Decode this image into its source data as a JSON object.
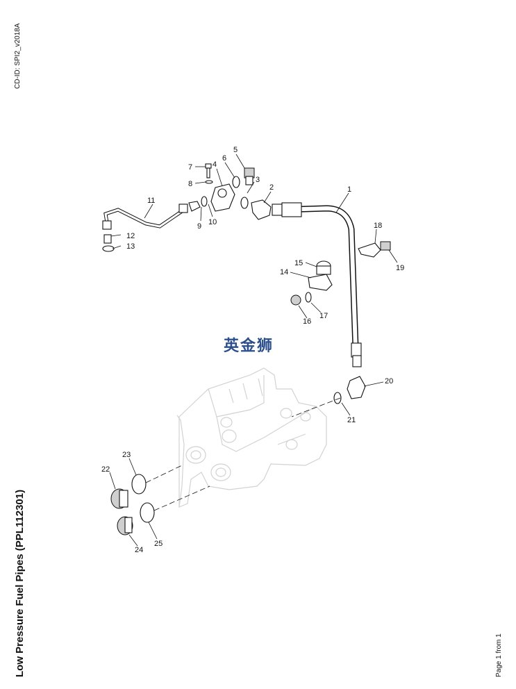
{
  "header": {
    "cd_id": "CD-ID: SPI2_v2018A"
  },
  "title": "Low Pressure Fuel Pipes (PPL112301)",
  "footer": {
    "page": "Page 1 from 1"
  },
  "watermark": "英金狮",
  "callouts": [
    "1",
    "2",
    "3",
    "4",
    "5",
    "6",
    "7",
    "8",
    "9",
    "10",
    "11",
    "12",
    "13",
    "14",
    "15",
    "16",
    "17",
    "18",
    "19",
    "20",
    "21",
    "22",
    "23",
    "24",
    "25"
  ]
}
